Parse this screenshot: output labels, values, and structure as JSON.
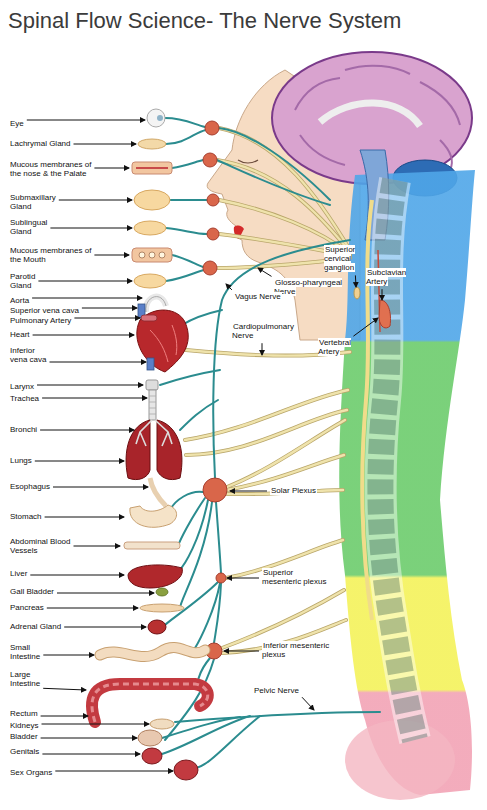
{
  "diagram": {
    "title": "Spinal Flow Science- The Nerve System",
    "labels": [
      "Eye",
      "Lachrymal Gland",
      "Mucous membranes of the nose & the Palate",
      "Submaxillary Gland",
      "Sublingual Gland",
      "Mucous membranes of the Mouth",
      "Parotid Gland",
      "Aorta",
      "Superior vena cava",
      "Pulmonary Artery",
      "Heart",
      "Inferior vena cava",
      "Larynx",
      "Trachea",
      "Bronchi",
      "Lungs",
      "Esophagus",
      "Stomach",
      "Abdominal Blood Vessels",
      "Liver",
      "Gall Bladder",
      "Pancreas",
      "Adrenal Gland",
      "Small Intestine",
      "Large Intestine",
      "Rectum",
      "Kidneys",
      "Bladder",
      "Genitals",
      "Sex Organs",
      "Glosso-pharyngeal Nerve",
      "Vagus Nerve",
      "Superior cervical ganglion",
      "Subclavian Artery",
      "Cardiopulmonary Nerve",
      "Vertebral Artery",
      "Solar Plexus",
      "Superior mesenteric plexus",
      "Inferior mesenteric plexus",
      "Pelvic Nerve"
    ]
  }
}
